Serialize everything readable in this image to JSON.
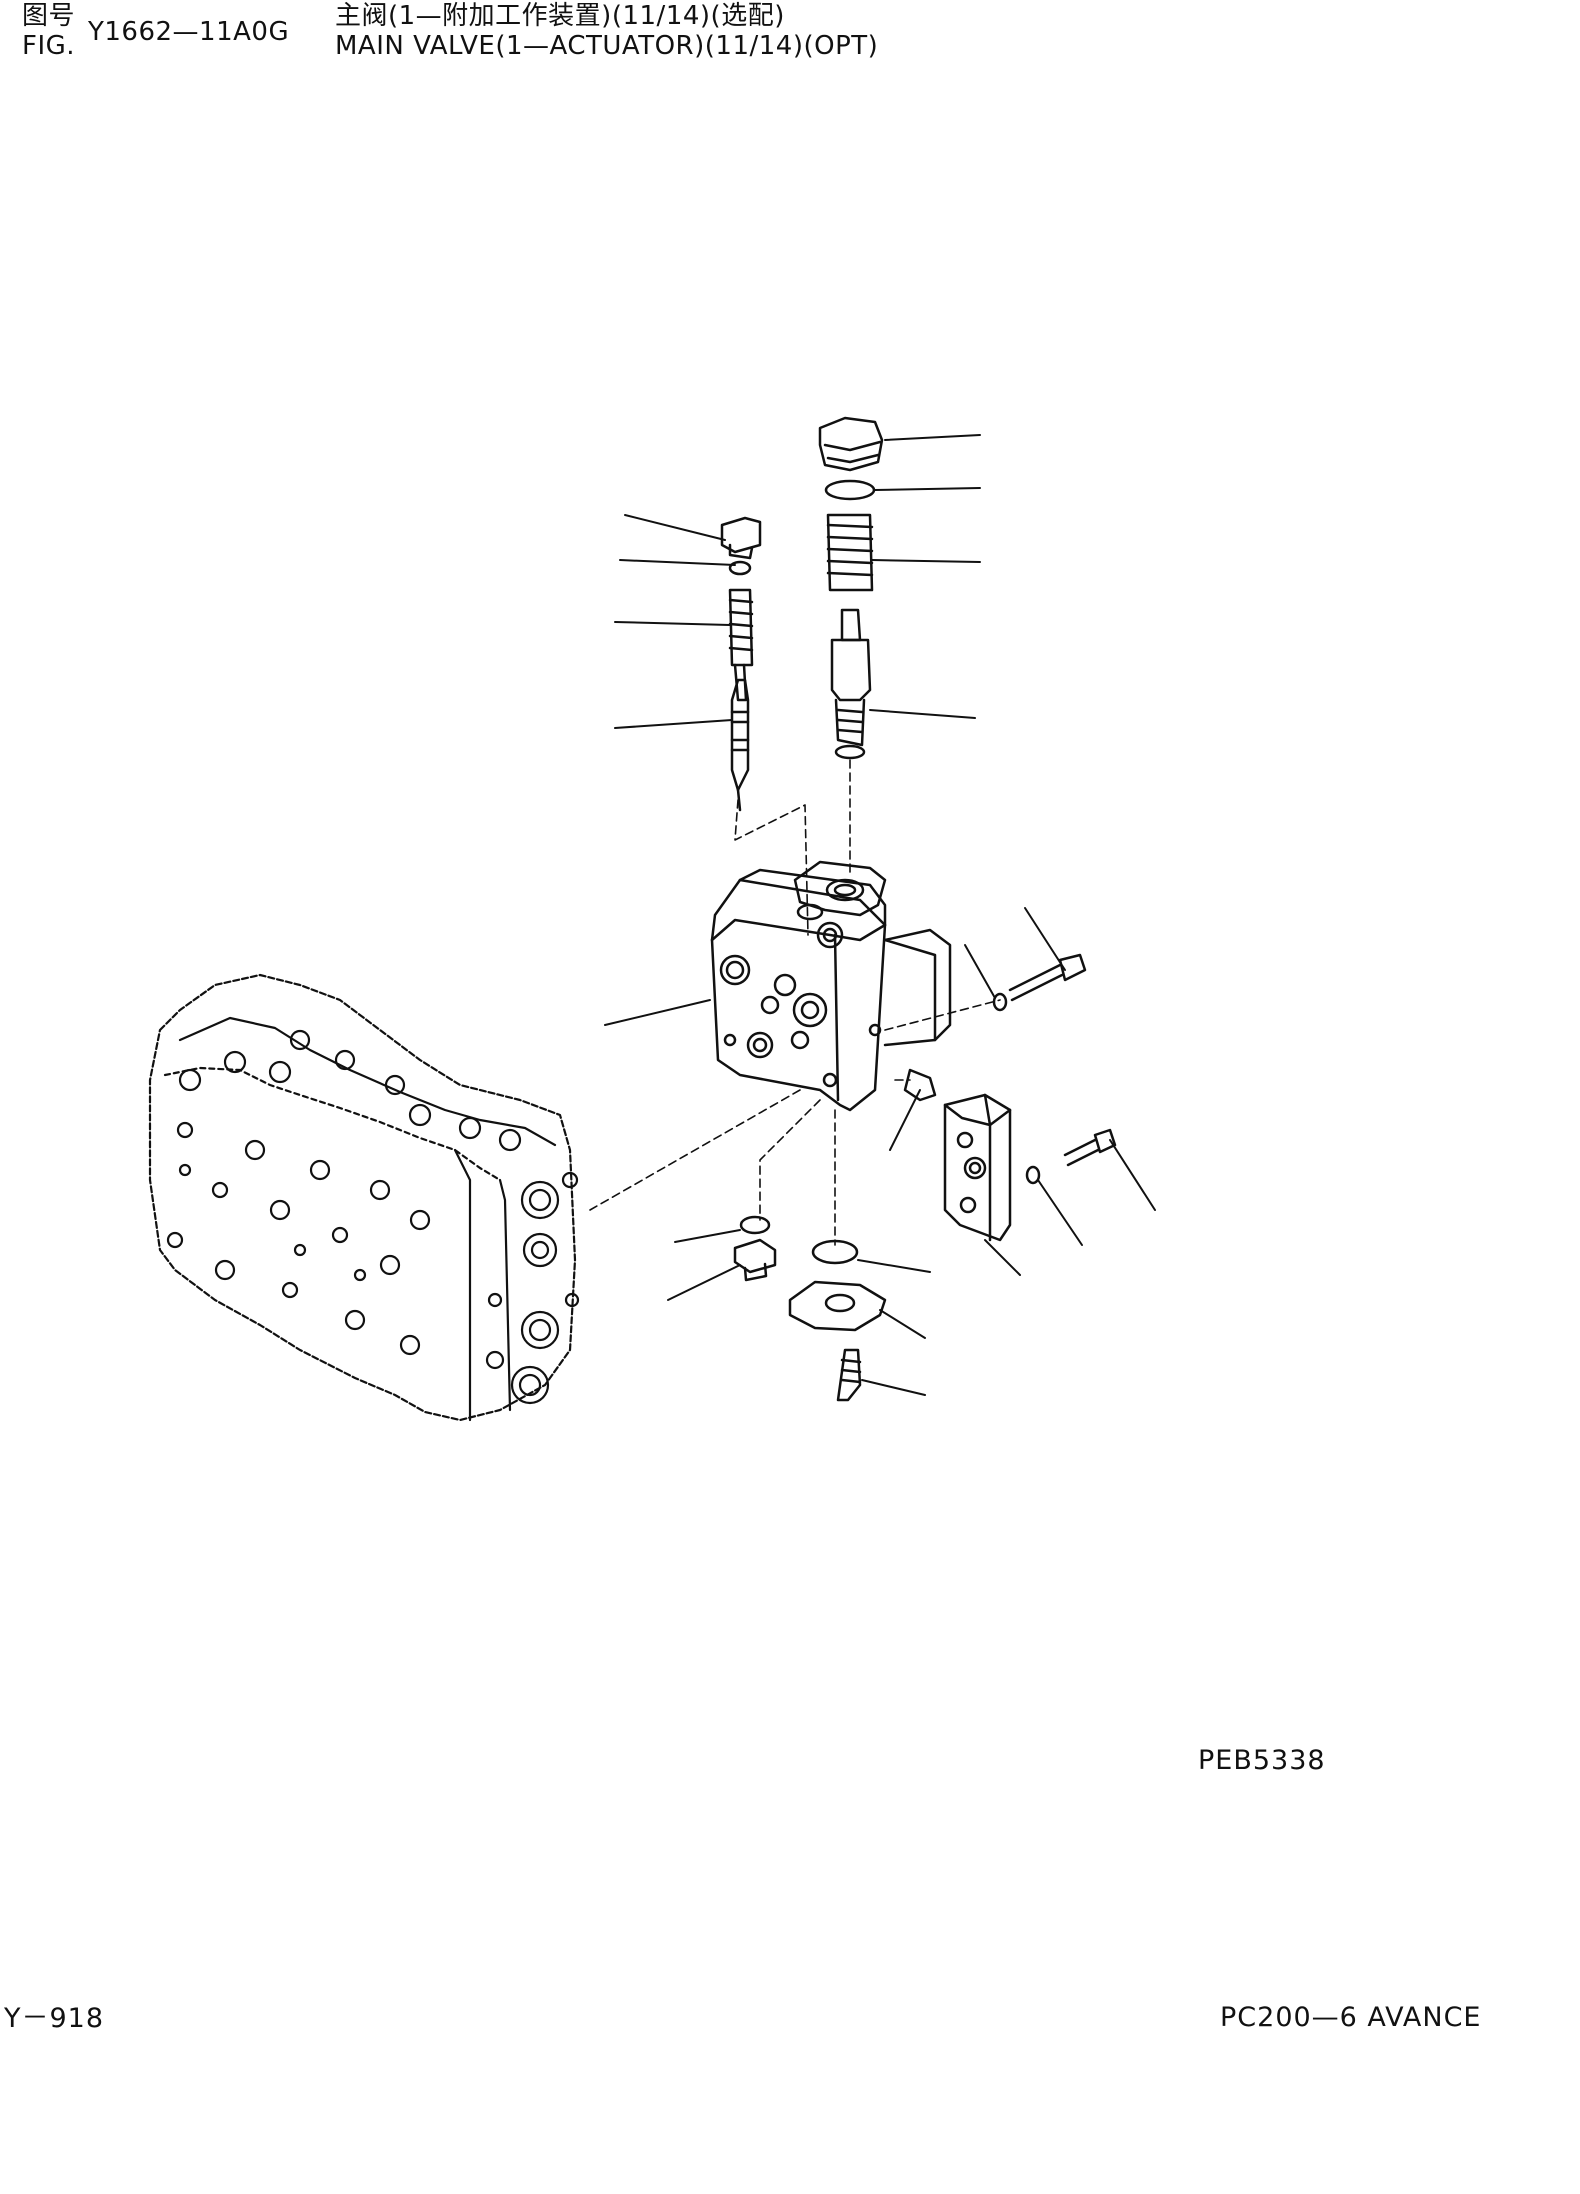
{
  "header": {
    "cn_label": "图号",
    "en_label": "FIG.",
    "figure_number": "Y1662—11A0G",
    "title_cn": "主阀(1—附加工作装置)(11/14)(选配)",
    "title_en": "MAIN VALVE(1—ACTUATOR)(11/14)(OPT)"
  },
  "drawing_code": "PEB5338",
  "footer": {
    "page_number": "Y－918",
    "model": "PC200—6 AVANCE"
  }
}
